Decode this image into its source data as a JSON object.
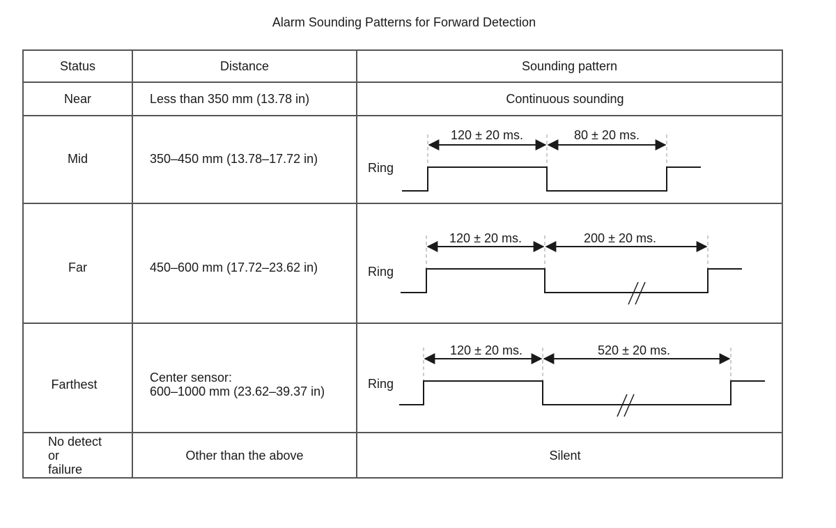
{
  "title": "Alarm Sounding Patterns for Forward Detection",
  "headers": {
    "status": "Status",
    "distance": "Distance",
    "pattern": "Sounding pattern"
  },
  "rows": [
    {
      "status": "Near",
      "distance": "Less than 350 mm (13.78 in)",
      "pattern_text": "Continuous sounding"
    },
    {
      "status": "Mid",
      "distance": "350–450 mm (13.78–17.72 in)",
      "ring_label": "Ring",
      "on_label": "120 ± 20 ms.",
      "off_label": "80 ± 20 ms."
    },
    {
      "status": "Far",
      "distance": "450–600 mm (17.72–23.62 in)",
      "ring_label": "Ring",
      "on_label": "120 ± 20 ms.",
      "off_label": "200 ± 20 ms."
    },
    {
      "status": "Farthest",
      "distance_line1": "Center sensor:",
      "distance_line2": "600–1000 mm (23.62–39.37 in)",
      "ring_label": "Ring",
      "on_label": "120 ± 20 ms.",
      "off_label": "520 ± 20 ms."
    },
    {
      "status_line1": "No detect",
      "status_line2": "or",
      "status_line3": "failure",
      "distance": "Other than the above",
      "pattern_text": "Silent"
    }
  ]
}
